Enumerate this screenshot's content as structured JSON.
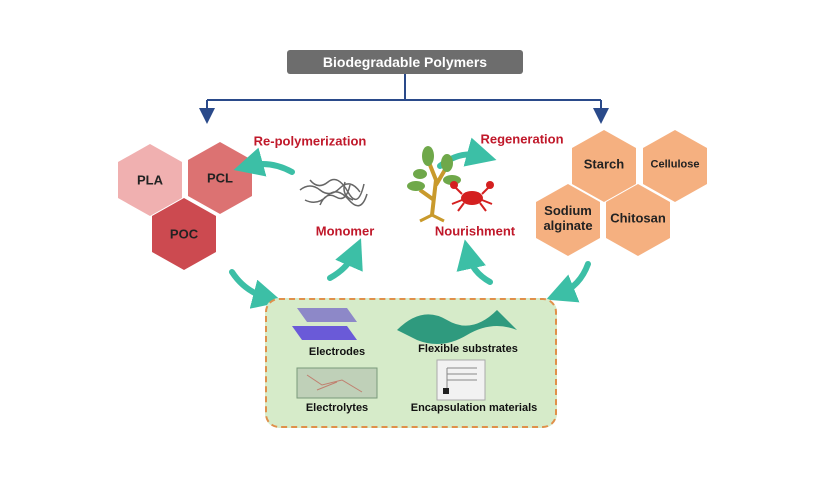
{
  "title": "Biodegradable Polymers",
  "processes": {
    "repolymerization": "Re-polymerization",
    "regeneration": "Regeneration",
    "monomer": "Monomer",
    "nourishment": "Nourishment"
  },
  "synthetic_polymers": [
    "PLA",
    "PCL",
    "POC"
  ],
  "natural_polymers": [
    "Starch",
    "Cellulose",
    "Sodium alginate",
    "Chitosan"
  ],
  "applications": [
    "Electrodes",
    "Flexible substrates",
    "Electrolytes",
    "Encapsulation materials"
  ],
  "colors": {
    "title_bg": "#6d6d6d",
    "connector": "#2a4a8a",
    "process_text": "#c0182a",
    "arrow": "#3cbfa6",
    "app_box": "#d6ebc9",
    "natural": "#f5b080"
  }
}
